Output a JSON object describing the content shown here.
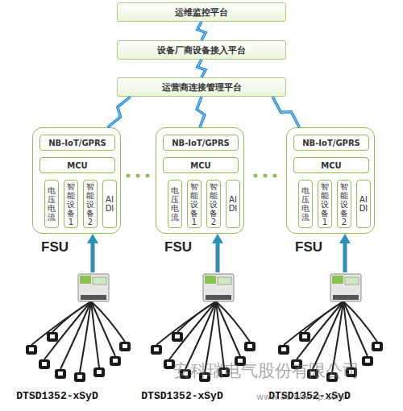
{
  "diagram": {
    "nodes": [
      {
        "text": [
          "运维监控平台"
        ]
      },
      {
        "text": [
          "设备厂商设备接入平台"
        ]
      },
      {
        "text": [
          "运营商连接管理平台"
        ]
      },
      {
        "text": [
          "FSU"
        ]
      },
      {
        "text": [
          "NB-IoT/GPRS"
        ],
        "in": 3
      },
      {
        "text": [
          "MCU"
        ],
        "in": 3
      },
      {
        "text": [
          "电压电流"
        ],
        "in": 3
      },
      {
        "text": [
          "智能设备1"
        ],
        "in": 3
      },
      {
        "text": [
          "智能设备2"
        ],
        "in": 3
      },
      {
        "text": [
          "AI DI"
        ],
        "in": 3
      },
      {
        "text": [
          "FSU"
        ]
      },
      {
        "text": [
          "NB-IoT/GPRS"
        ],
        "in": 10
      },
      {
        "text": [
          "MCU"
        ],
        "in": 10
      },
      {
        "text": [
          "电压电流"
        ],
        "in": 10
      },
      {
        "text": [
          "智能设备1"
        ],
        "in": 10
      },
      {
        "text": [
          "智能设备2"
        ],
        "in": 10
      },
      {
        "text": [
          "AI DI"
        ],
        "in": 10
      },
      {
        "text": [
          "FSU"
        ]
      },
      {
        "text": [
          "NB-IoT/GPRS"
        ],
        "in": 17
      },
      {
        "text": [
          "MCU"
        ],
        "in": 17
      },
      {
        "text": [
          "电压电流"
        ],
        "in": 17
      },
      {
        "text": [
          "智能设备1"
        ],
        "in": 17
      },
      {
        "text": [
          "智能设备2"
        ],
        "in": 17
      },
      {
        "text": [
          "AI DI"
        ],
        "in": 17
      },
      {
        "text": [
          "DTSD1352-xSyD"
        ]
      },
      {
        "text": [
          "DTSD1352-xSyD"
        ]
      },
      {
        "text": [
          "DTSD1352-xSyD"
        ]
      }
    ],
    "edges": [
      {
        "from": 0,
        "to": 1,
        "arrow": "none"
      },
      {
        "from": 1,
        "to": 2,
        "arrow": "none"
      },
      {
        "from": 3,
        "to": 2,
        "arrow": "none"
      },
      {
        "from": 10,
        "to": 2,
        "arrow": "none"
      },
      {
        "from": 17,
        "to": 2,
        "arrow": "none"
      },
      {
        "from": 24,
        "to": 3,
        "arrow": "to"
      },
      {
        "from": 25,
        "to": 10,
        "arrow": "to"
      },
      {
        "from": 26,
        "to": 17,
        "arrow": "to"
      }
    ],
    "labels": [
      "安科瑞电气股份有限公司",
      "www.acrelwmp.com"
    ]
  }
}
